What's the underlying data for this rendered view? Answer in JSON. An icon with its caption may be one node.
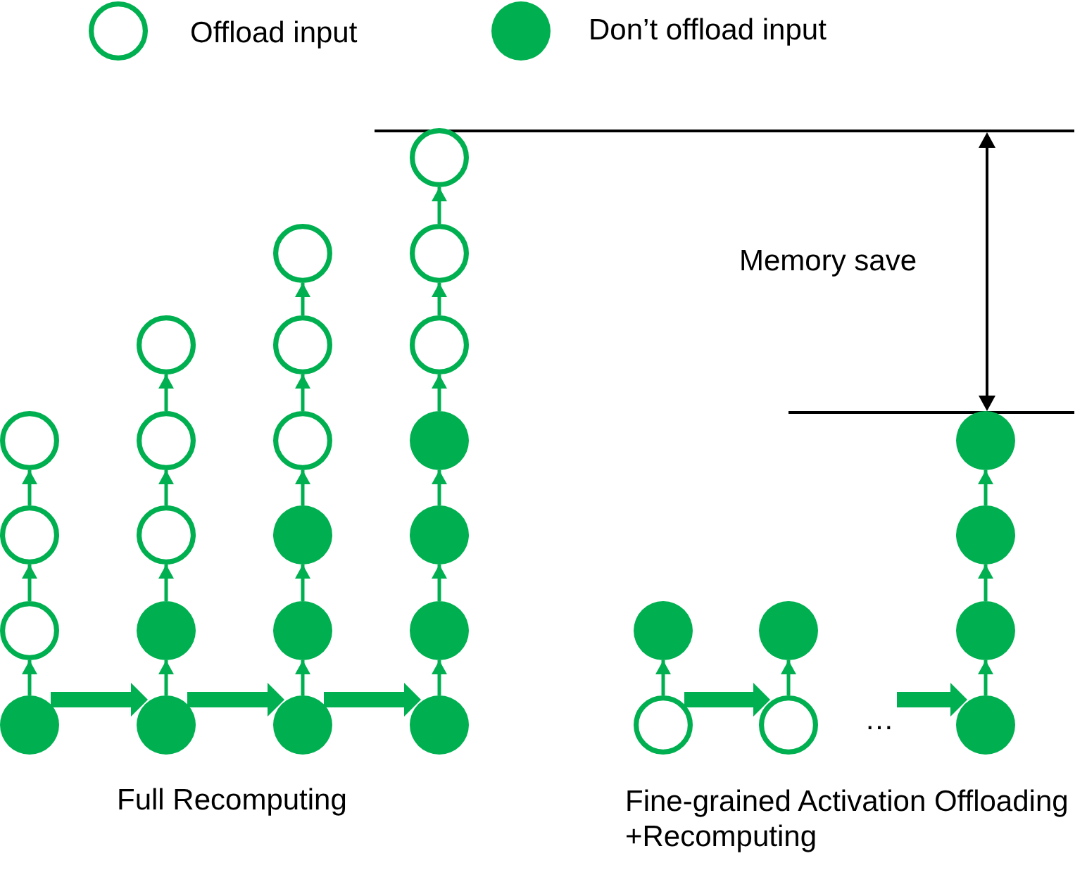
{
  "diagram": {
    "nodes": [
      {
        "text": [],
        "shape": "circle"
      },
      {
        "text": [],
        "shape": "circle"
      },
      {
        "text": [],
        "shape": "circle"
      },
      {
        "text": [],
        "shape": "circle"
      },
      {
        "text": [],
        "shape": "circle"
      },
      {
        "text": [],
        "shape": "circle"
      },
      {
        "text": [],
        "shape": "circle"
      },
      {
        "text": [],
        "shape": "circle"
      },
      {
        "text": [],
        "shape": "circle"
      },
      {
        "text": [],
        "shape": "circle"
      },
      {
        "text": [],
        "shape": "circle"
      },
      {
        "text": [],
        "shape": "circle"
      },
      {
        "text": [],
        "shape": "circle"
      },
      {
        "text": [],
        "shape": "circle"
      },
      {
        "text": [],
        "shape": "circle"
      },
      {
        "text": [],
        "shape": "circle"
      },
      {
        "text": [],
        "shape": "circle"
      },
      {
        "text": [],
        "shape": "circle"
      },
      {
        "text": [],
        "shape": "circle"
      },
      {
        "text": [],
        "shape": "circle"
      },
      {
        "text": [],
        "shape": "circle"
      },
      {
        "text": [],
        "shape": "circle"
      },
      {
        "text": [],
        "shape": "circle"
      },
      {
        "text": [],
        "shape": "circle"
      },
      {
        "text": [],
        "shape": "circle"
      },
      {
        "text": [],
        "shape": "circle"
      },
      {
        "text": [
          "…"
        ]
      },
      {
        "text": [],
        "shape": "circle"
      },
      {
        "text": [],
        "shape": "circle"
      },
      {
        "text": [],
        "shape": "circle"
      },
      {
        "text": [],
        "shape": "circle"
      }
    ],
    "edges": [
      {
        "from": 3,
        "to": 2,
        "arrow": "to"
      },
      {
        "from": 2,
        "to": 1,
        "arrow": "to"
      },
      {
        "from": 1,
        "to": 0,
        "arrow": "to"
      },
      {
        "from": 3,
        "to": 8,
        "arrow": "to",
        "style": "thick"
      },
      {
        "from": 8,
        "to": 7,
        "arrow": "to"
      },
      {
        "from": 7,
        "to": 6,
        "arrow": "to"
      },
      {
        "from": 6,
        "to": 5,
        "arrow": "to"
      },
      {
        "from": 5,
        "to": 4,
        "arrow": "to"
      },
      {
        "from": 8,
        "to": 14,
        "arrow": "to",
        "style": "thick"
      },
      {
        "from": 14,
        "to": 13,
        "arrow": "to"
      },
      {
        "from": 13,
        "to": 12,
        "arrow": "to"
      },
      {
        "from": 12,
        "to": 11,
        "arrow": "to"
      },
      {
        "from": 11,
        "to": 10,
        "arrow": "to"
      },
      {
        "from": 10,
        "to": 9,
        "arrow": "to"
      },
      {
        "from": 14,
        "to": 21,
        "arrow": "to",
        "style": "thick"
      },
      {
        "from": 21,
        "to": 20,
        "arrow": "to"
      },
      {
        "from": 20,
        "to": 19,
        "arrow": "to"
      },
      {
        "from": 19,
        "to": 18,
        "arrow": "to"
      },
      {
        "from": 18,
        "to": 17,
        "arrow": "to"
      },
      {
        "from": 17,
        "to": 16,
        "arrow": "to"
      },
      {
        "from": 16,
        "to": 15,
        "arrow": "to"
      },
      {
        "from": 23,
        "to": 22,
        "arrow": "to"
      },
      {
        "from": 23,
        "to": 25,
        "arrow": "to",
        "style": "thick"
      },
      {
        "from": 25,
        "to": 24,
        "arrow": "to"
      },
      {
        "from": 26,
        "to": 30,
        "arrow": "to",
        "style": "thick"
      },
      {
        "from": 30,
        "to": 29,
        "arrow": "to"
      },
      {
        "from": 29,
        "to": 28,
        "arrow": "to"
      },
      {
        "from": 28,
        "to": 27,
        "arrow": "to"
      }
    ],
    "labels": [
      "Memory save",
      "Full Recomputing",
      "Fine-grained Activation Offloading +Recomputing"
    ],
    "legend": [
      {
        "text": "Offload input"
      },
      {
        "text": "Don’t offload input"
      }
    ]
  }
}
